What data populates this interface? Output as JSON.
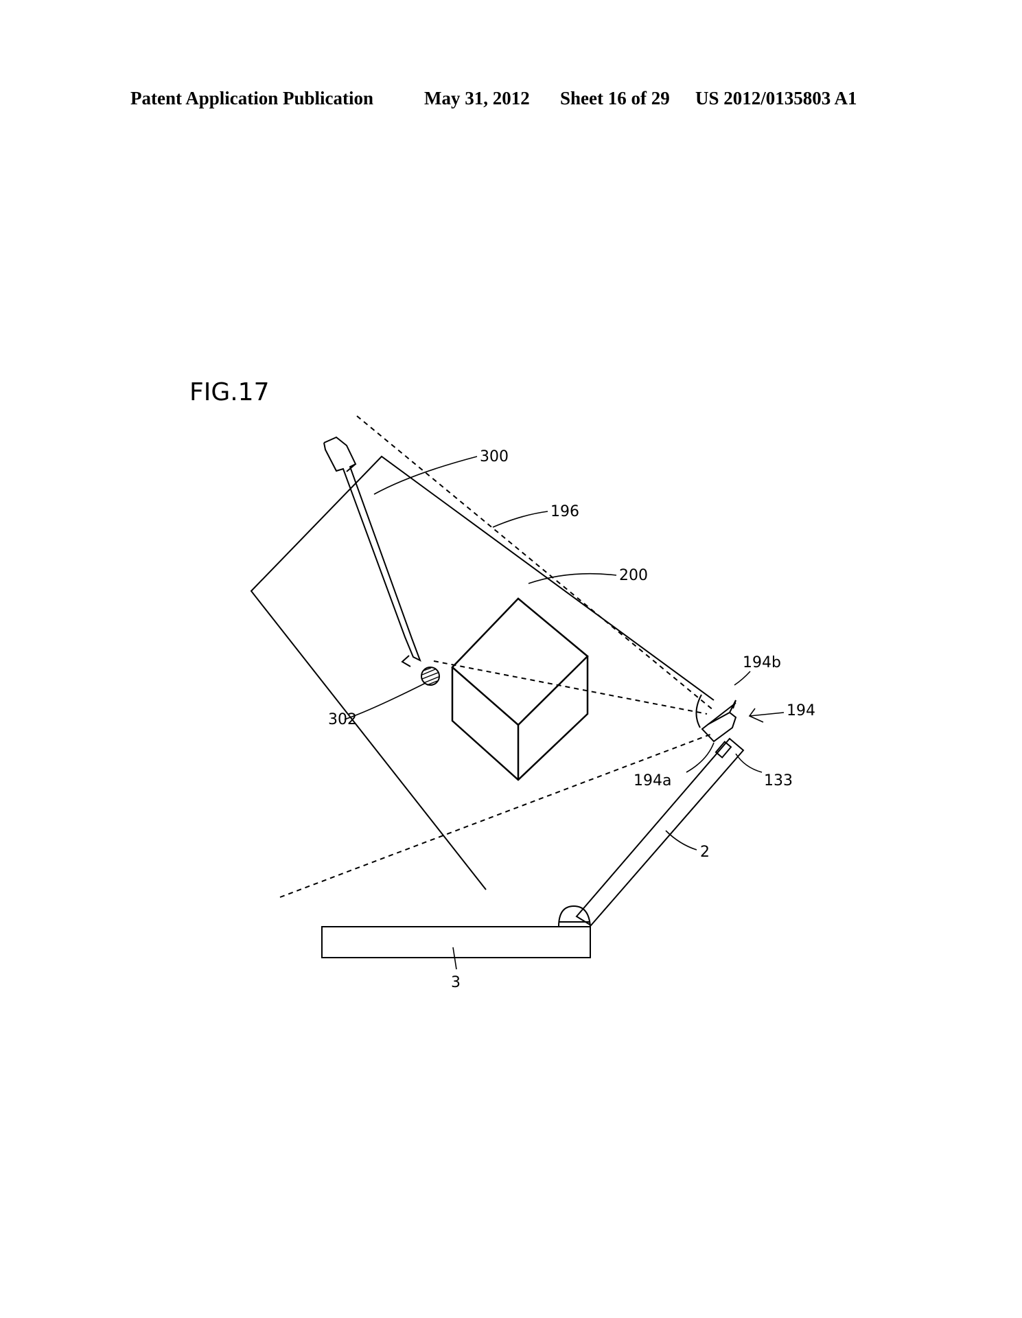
{
  "header": {
    "publication": "Patent Application Publication",
    "date": "May 31, 2012",
    "sheet": "Sheet 16 of 29",
    "number": "US 2012/0135803 A1"
  },
  "figure": {
    "title": "FIG.17",
    "labels": {
      "stylus": "300",
      "stylus_tip": "302",
      "field_of_view": "196",
      "object": "200",
      "reflector": "194",
      "reflector_upper": "194b",
      "reflector_lower": "194a",
      "camera": "133",
      "upper_housing": "2",
      "lower_housing": "3"
    }
  }
}
